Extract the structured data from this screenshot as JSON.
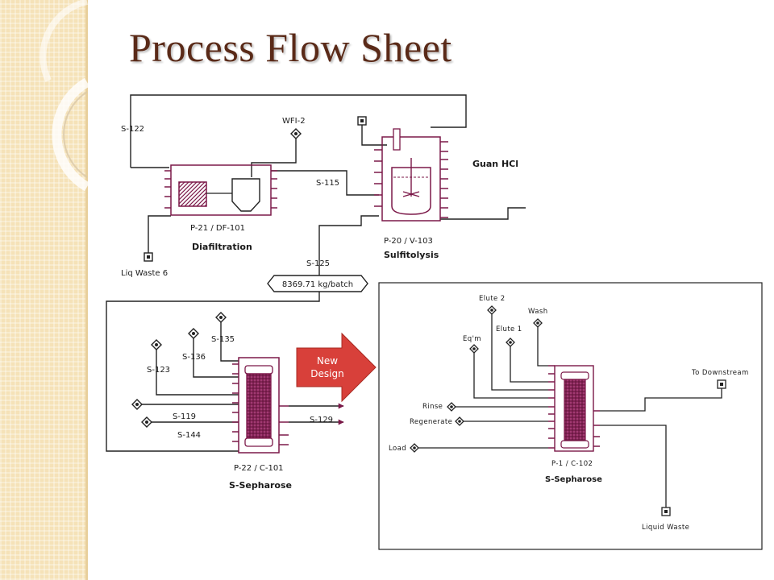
{
  "slide": {
    "title": "Process Flow Sheet"
  },
  "colors": {
    "stream": "#7b1848",
    "line": "#222222",
    "title": "#5a2a18",
    "arrow": "#d8403a",
    "band": "#f5e2b8"
  },
  "top_flowsheet": {
    "streams": {
      "s122": "S-122",
      "wfi2": "WFI-2",
      "s115": "S-115",
      "guan_hcl": "Guan HCl",
      "liq_waste_6": "Liq Waste 6",
      "s125": "S-125",
      "flow_rate": "8369.71 kg/batch"
    },
    "units": {
      "diafiltration": {
        "id": "P-21 / DF-101",
        "name": "Diafiltration"
      },
      "sulfitolysis": {
        "id": "P-20 / V-103",
        "name": "Sulfitolysis"
      }
    }
  },
  "old_column": {
    "streams": {
      "s135": "S-135",
      "s136": "S-136",
      "s123": "S-123",
      "s119": "S-119",
      "s144": "S-144",
      "s129": "S-129"
    },
    "unit": {
      "id": "P-22 / C-101",
      "name": "S-Sepharose"
    }
  },
  "callout": {
    "line1": "New",
    "line2": "Design"
  },
  "new_design": {
    "streams": {
      "elute2": "Elute 2",
      "wash": "Wash",
      "elute1": "Elute 1",
      "eqm": "Eq'm",
      "rinse": "Rinse",
      "regenerate": "Regenerate",
      "load": "Load",
      "to_downstream": "To Downstream",
      "liquid_waste": "Liquid Waste"
    },
    "unit": {
      "id": "P-1 / C-102",
      "name": "S-Sepharose"
    }
  }
}
